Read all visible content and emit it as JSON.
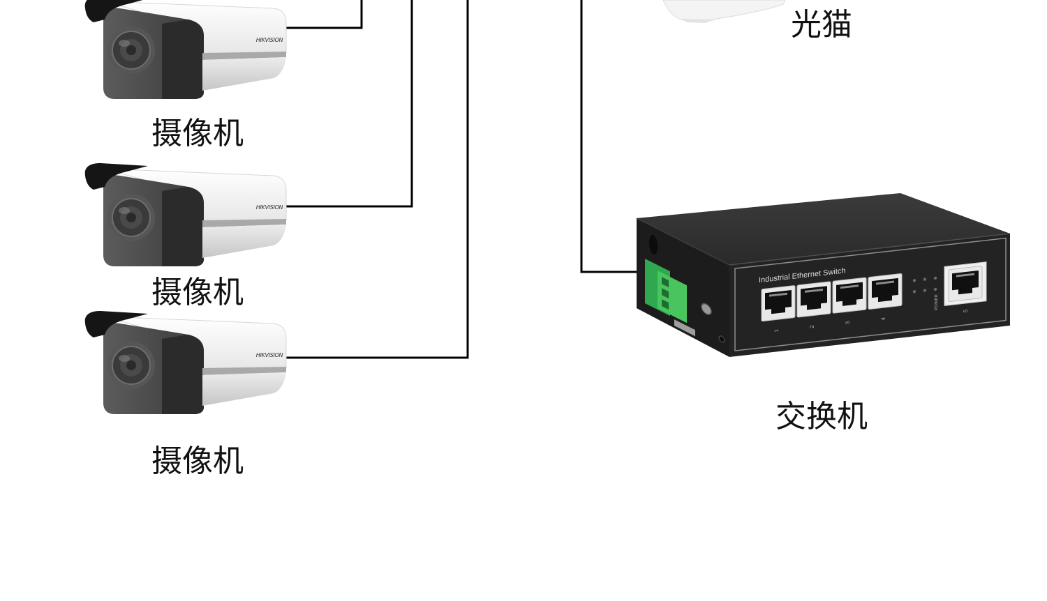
{
  "diagram": {
    "cameras": [
      {
        "label": "摄像机",
        "brand": "HIKVISION"
      },
      {
        "label": "摄像机",
        "brand": "HIKVISION"
      },
      {
        "label": "摄像机",
        "brand": "HIKVISION"
      }
    ],
    "modem": {
      "label": "光猫"
    },
    "switch": {
      "label": "交换机",
      "panel_text": "Industrial Ethernet Switch",
      "ports": [
        "1",
        "2",
        "3",
        "4",
        "5"
      ],
      "power_label": "POWER"
    }
  },
  "colors": {
    "background": "#ffffff",
    "connection_line": "#000000",
    "switch_body": "#232323",
    "terminal_block": "#3cb043",
    "camera_housing": "#f4f4f4"
  }
}
